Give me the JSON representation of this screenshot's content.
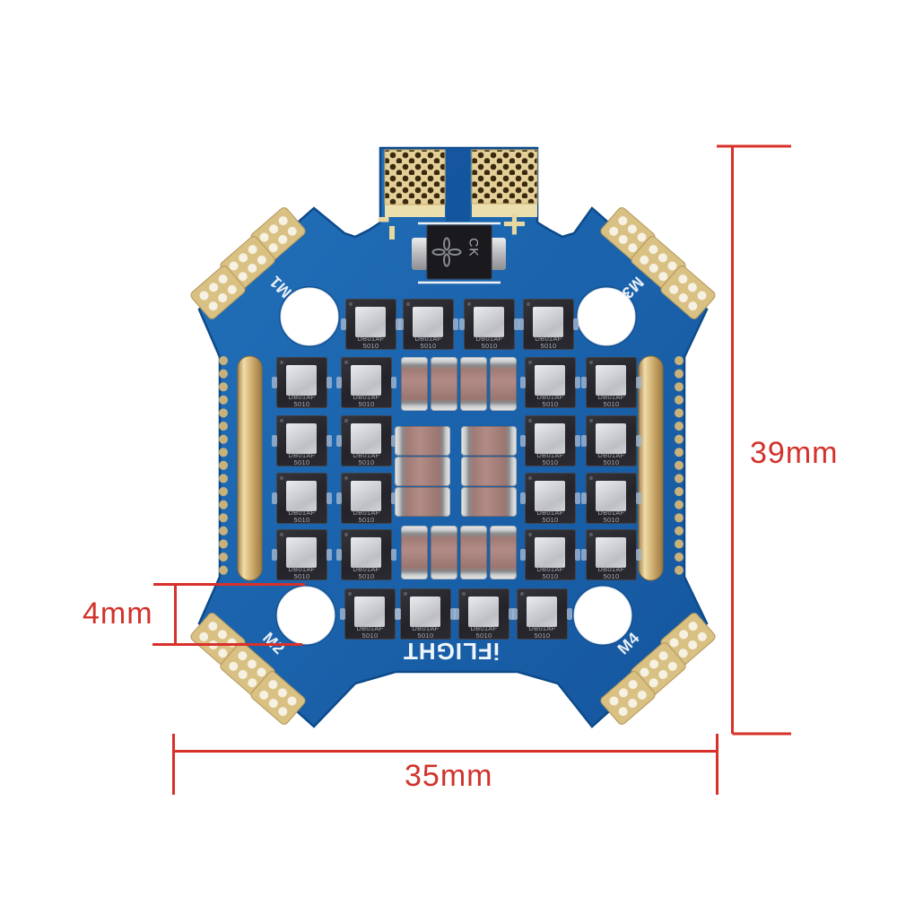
{
  "product_image": {
    "board": {
      "brand": "iFLIGHT",
      "chip_marking_line1": "DB01AF",
      "chip_marking_line2": "5010",
      "diode_marking": "CK",
      "battery_negative_label": "-",
      "battery_positive_label": "+",
      "motor_labels": {
        "top_left": "M1",
        "top_right": "M3",
        "bottom_left": "M2",
        "bottom_right": "M4"
      }
    },
    "dimensions": {
      "overall_height": "39mm",
      "overall_width": "35mm",
      "mounting_hole": "4mm"
    },
    "colors": {
      "pcb_blue": "#1b64ad",
      "pad_gold": "#d9c184",
      "dimension_red": "#d8302a",
      "background": "#ffffff"
    }
  }
}
